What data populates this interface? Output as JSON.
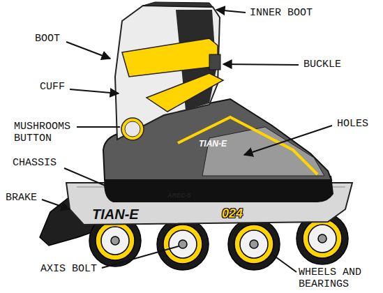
{
  "diagram": {
    "labels": [
      "INNER BOOT",
      "BOOT",
      "BUCKLE",
      "CUFF",
      "MUSHROOMS BUTTON",
      "HOLES",
      "CHASSIS",
      "BRAKE",
      "TIAN-E",
      "AREC-5",
      "TIAN-E",
      "024",
      "AXIS BOLT",
      "WHEELS AND BEARINGS"
    ]
  }
}
